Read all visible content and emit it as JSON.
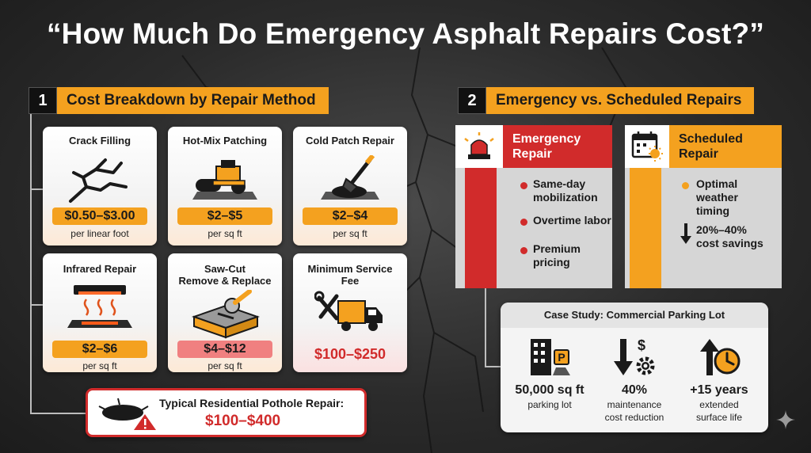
{
  "title": "“How Much Do Emergency Asphalt Repairs Cost?”",
  "section1": {
    "number": "1",
    "heading": "Cost Breakdown by Repair Method",
    "cards": [
      {
        "title": "Crack Filling",
        "icon": "crack-icon",
        "price": "$0.50–$3.00",
        "unit": "per linear foot"
      },
      {
        "title": "Hot-Mix Patching",
        "icon": "road-roller-icon",
        "price": "$2–$5",
        "unit": "per sq ft"
      },
      {
        "title": "Cold Patch Repair",
        "icon": "shovel-icon",
        "price": "$2–$4",
        "unit": "per sq ft"
      },
      {
        "title": "Infrared Repair",
        "icon": "infrared-heater-icon",
        "price": "$2–$6",
        "unit": "per sq ft"
      },
      {
        "title_line1": "Saw-Cut",
        "title_line2": "Remove & Replace",
        "icon": "saw-cut-icon",
        "price": "$4–$12",
        "unit": "per sq ft"
      },
      {
        "title_line1": "Minimum Service",
        "title_line2": "Fee",
        "icon": "service-truck-icon",
        "price": "$100–$250"
      }
    ],
    "pothole": {
      "label": "Typical Residential Pothole Repair:",
      "price": "$100–$400",
      "icon": "pothole-warning-icon"
    }
  },
  "section2": {
    "number": "2",
    "heading": "Emergency vs. Scheduled Repairs",
    "emergency": {
      "title_line1": "Emergency",
      "title_line2": "Repair",
      "icon": "siren-icon",
      "bullets": [
        {
          "line1": "Same-day",
          "line2": "mobilization"
        },
        {
          "line1": "Overtime labor"
        },
        {
          "line1": "Premium",
          "line2": "pricing"
        }
      ]
    },
    "scheduled": {
      "title_line1": "Scheduled",
      "title_line2": "Repair",
      "icon": "calendar-sun-icon",
      "bullets": [
        {
          "line1": "Optimal",
          "line2": "weather",
          "line3": "timing"
        },
        {
          "line1": "20%–40%",
          "line2": "cost savings",
          "icon": "down-arrow-icon"
        }
      ]
    },
    "case_study": {
      "heading": "Case Study: Commercial Parking Lot",
      "stats": [
        {
          "value": "50,000 sq ft",
          "line1": "parking lot",
          "icon": "parking-building-icon"
        },
        {
          "value": "40%",
          "line1": "maintenance",
          "line2": "cost reduction",
          "icon": "cost-down-gear-icon"
        },
        {
          "value": "+15 years",
          "line1": "extended",
          "line2": "surface life",
          "icon": "clock-up-icon"
        }
      ]
    }
  },
  "colors": {
    "accent": "#f4a11f",
    "danger": "#d12b2b",
    "background": "#2b2b2b"
  }
}
